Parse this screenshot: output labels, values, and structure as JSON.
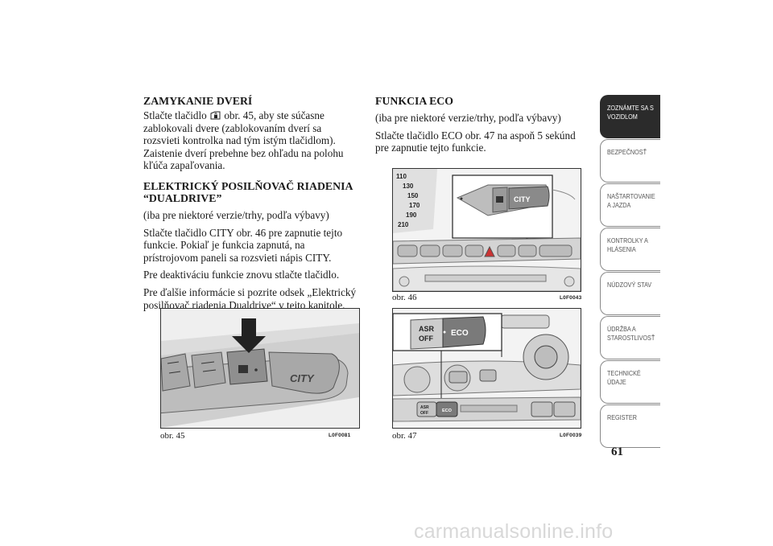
{
  "left": {
    "sec1_title": "ZAMYKANIE DVERÍ",
    "sec1_p1_a": "Stlačte tlačidlo ",
    "sec1_p1_b": " obr. 45, aby ste súčasne zablokovali dvere (zablokovaním dverí sa rozsvieti kontrolka nad tým istým tlačidlom). Zaistenie dverí prebehne bez ohľadu na polohu kľúča zapaľovania.",
    "sec2_title": "ELEKTRICKÝ POSILŇOVAČ RIADENIA “DUALDRIVE”",
    "sec2_sub": "(iba pre niektoré verzie/trhy, podľa výbavy)",
    "sec2_p1": "Stlačte tlačidlo CITY obr. 46 pre zapnutie tejto funkcie. Pokiaľ je funkcia zapnutá, na prístrojovom paneli sa rozsvieti nápis CITY.",
    "sec2_p2": "Pre deaktiváciu funkcie znovu stlačte tlačidlo.",
    "sec2_p3": "Pre ďalšie informácie si pozrite odsek „Elektrický posilňovač riadenia Dualdrive“ v tejto kapitole."
  },
  "right": {
    "sec3_title": "FUNKCIA ECO",
    "sec3_sub": "(iba pre niektoré verzie/trhy, podľa výbavy)",
    "sec3_p1": "Stlačte tlačidlo ECO obr. 47 na aspoň 5 sekúnd pre zapnutie tejto funkcie."
  },
  "figures": {
    "fig45": {
      "caption": "obr. 45",
      "code": "L0F0081",
      "city_label": "CITY"
    },
    "fig46": {
      "caption": "obr. 46",
      "code": "L0F0043",
      "city_label": "CITY",
      "speeds": [
        "110",
        "130",
        "150",
        "170",
        "190",
        "210"
      ]
    },
    "fig47": {
      "caption": "obr. 47",
      "code": "L0F0039",
      "asr_label": "ASR\nOFF",
      "eco_label": "ECO",
      "small_asr": "ASR\nOFF",
      "small_eco": "ECO"
    }
  },
  "tabs": [
    {
      "label": "ZOZNÁMTE SA S\nVOZIDLOM",
      "active": true
    },
    {
      "label": "BEZPEČNOSŤ",
      "active": false
    },
    {
      "label": "NAŠTARTOVANIE\nA JAZDA",
      "active": false
    },
    {
      "label": "KONTROLKY A\nHLÁSENIA",
      "active": false
    },
    {
      "label": "NÚDZOVÝ STAV",
      "active": false
    },
    {
      "label": "ÚDRŽBA A\nSTAROSTLIVOSŤ",
      "active": false
    },
    {
      "label": "TECHNICKÉ\nÚDAJE",
      "active": false
    },
    {
      "label": "REGISTER",
      "active": false
    }
  ],
  "page_number": "61",
  "watermark": "carmanualsonline.info"
}
